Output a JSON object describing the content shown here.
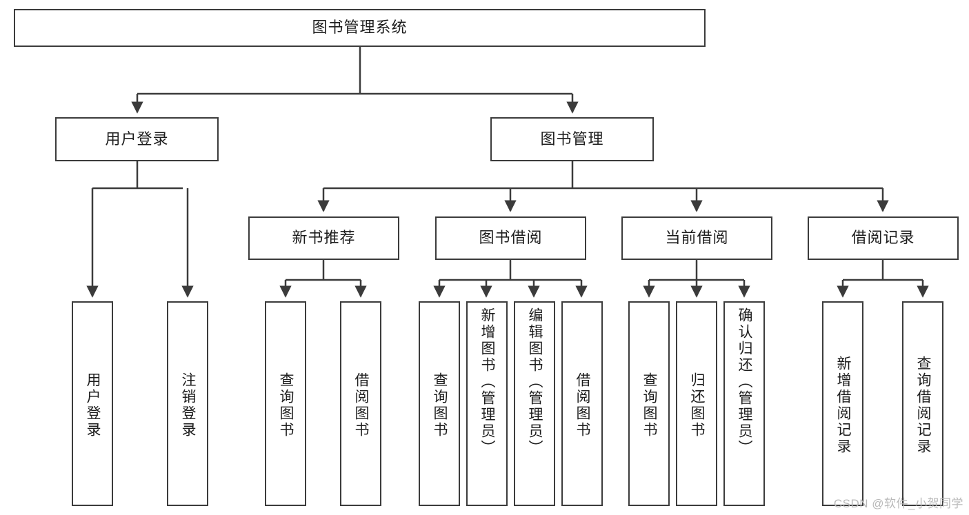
{
  "diagram": {
    "title": "图书管理系统",
    "type": "tree",
    "watermark": "CSDN @软件_小贺同学",
    "colors": {
      "stroke": "#3b3b3b",
      "fill": "#ffffff",
      "text": "#1d1d1d",
      "watermark": "#b9b9b9"
    },
    "nodes": {
      "root": {
        "label": "图书管理系统"
      },
      "level2": [
        {
          "label": "用户登录"
        },
        {
          "label": "图书管理"
        }
      ],
      "level3": [
        {
          "label": "新书推荐"
        },
        {
          "label": "图书借阅"
        },
        {
          "label": "当前借阅"
        },
        {
          "label": "借阅记录"
        }
      ],
      "leaves": [
        {
          "label": "用户登录",
          "parent": "用户登录"
        },
        {
          "label": "注销登录",
          "parent": "用户登录"
        },
        {
          "label": "查询图书",
          "parent": "新书推荐"
        },
        {
          "label": "借阅图书",
          "parent": "新书推荐"
        },
        {
          "label": "查询图书",
          "parent": "图书借阅"
        },
        {
          "label": "新增图书（管理员）",
          "parent": "图书借阅"
        },
        {
          "label": "编辑图书（管理员）",
          "parent": "图书借阅"
        },
        {
          "label": "借阅图书",
          "parent": "图书借阅"
        },
        {
          "label": "查询图书",
          "parent": "当前借阅"
        },
        {
          "label": "归还图书",
          "parent": "当前借阅"
        },
        {
          "label": "确认归还（管理员）",
          "parent": "当前借阅"
        },
        {
          "label": "新增借阅记录",
          "parent": "借阅记录"
        },
        {
          "label": "查询借阅记录",
          "parent": "借阅记录"
        }
      ]
    }
  }
}
